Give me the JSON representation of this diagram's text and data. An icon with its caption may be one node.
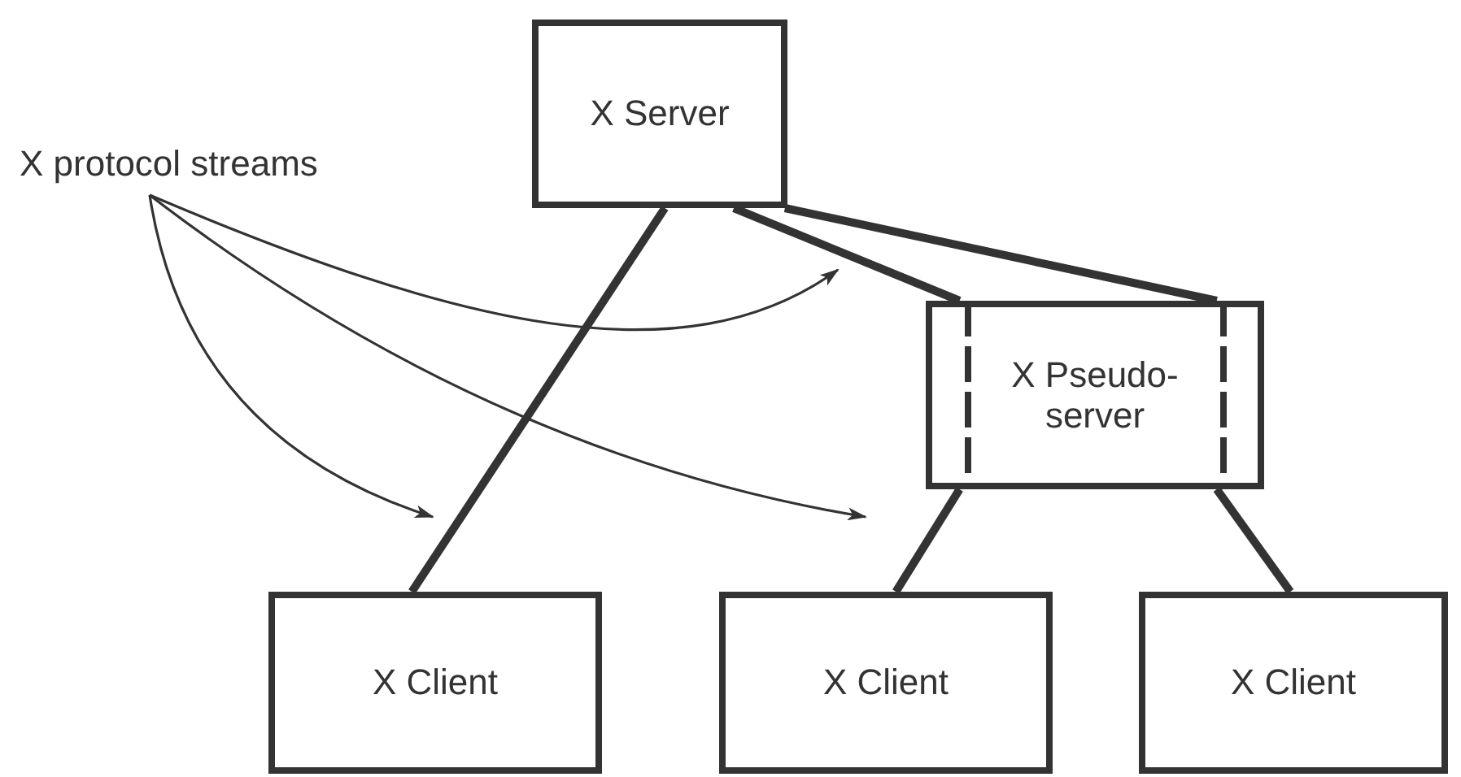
{
  "diagram": {
    "nodes": [
      {
        "text": [
          "X Server"
        ]
      },
      {
        "text": [
          "X protocol streams"
        ]
      },
      {
        "text": [
          "X Pseudo-server"
        ]
      },
      {
        "text": [
          "X Client"
        ]
      },
      {
        "text": [
          "X Client"
        ]
      },
      {
        "text": [
          "X Client"
        ]
      }
    ],
    "edges": [
      {
        "from": 0,
        "to": 3,
        "arrow": "none"
      },
      {
        "from": 0,
        "to": 2,
        "arrow": "none"
      },
      {
        "from": 0,
        "to": 2,
        "arrow": "none"
      },
      {
        "from": 2,
        "to": 4,
        "arrow": "none"
      },
      {
        "from": 2,
        "to": 5,
        "arrow": "none"
      },
      {
        "from": 1,
        "to": null,
        "arrow": "to"
      },
      {
        "from": 1,
        "to": null,
        "arrow": "to"
      },
      {
        "from": 1,
        "to": null,
        "arrow": "to"
      }
    ]
  }
}
